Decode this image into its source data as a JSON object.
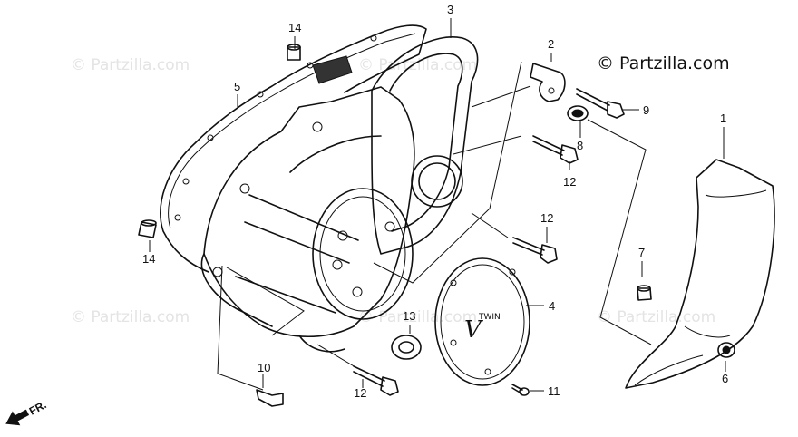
{
  "watermark": "© Partzilla.com",
  "brand": "© Partzilla.com",
  "direction_label": "FR.",
  "cover_logo": "V",
  "cover_logo_suffix": "TWIN",
  "callouts": [
    "14",
    "3",
    "2",
    "5",
    "9",
    "8",
    "1",
    "12",
    "12",
    "14",
    "7",
    "4",
    "13",
    "10",
    "12",
    "11",
    "6"
  ]
}
